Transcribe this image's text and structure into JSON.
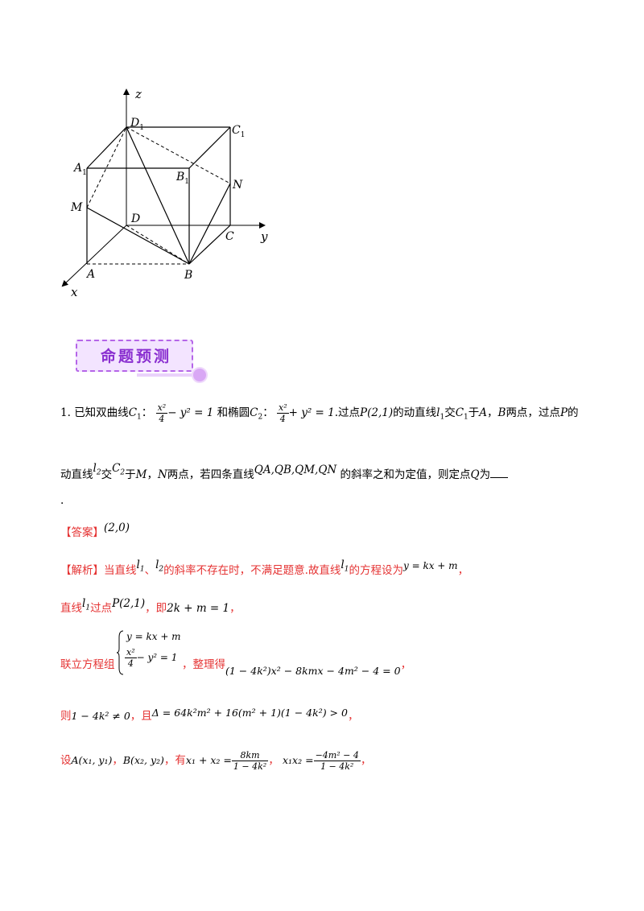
{
  "figure": {
    "labels": {
      "z": "z",
      "y": "y",
      "x": "x",
      "D1": "D",
      "D1_sub": "1",
      "C1": "C",
      "C1_sub": "1",
      "A1": "A",
      "A1_sub": "1",
      "B1": "B",
      "B1_sub": "1",
      "N": "N",
      "M": "M",
      "D": "D",
      "C": "C",
      "A": "A",
      "B": "B"
    }
  },
  "banner": {
    "title": "命题预测"
  },
  "problem": {
    "number": "1.",
    "p1_a": "已知双曲线",
    "c1": "C",
    "c1_sub": "1",
    "colon": "：",
    "hyp_num": "x²",
    "hyp_den": "4",
    "hyp_rest": "− y² = 1",
    "p1_b": "和椭圆",
    "c2": "C",
    "c2_sub": "2",
    "ell_num": "x²",
    "ell_den": "4",
    "ell_rest": "+ y² = 1",
    "p1_c": ".过点",
    "point_p": "P(2,1)",
    "p1_d": "的动直线",
    "l1": "l",
    "l1_sub": "1",
    "p1_e": "交",
    "p1_f": "于",
    "p1_g": "A",
    "p1_h": "，",
    "p1_i": "B",
    "p1_j": "两点，过点",
    "p1_k": "P",
    "p1_l": "的",
    "p2_a": "动直线",
    "l2": "l",
    "l2_sub": "2",
    "p2_b": "交",
    "p2_c": "于",
    "p2_d": "M",
    "p2_e": "，",
    "p2_f": "N",
    "p2_g": "两点，若四条直线",
    "lines4": "QA,QB,QM,QN",
    "p2_h": "的斜率之和为定值，则定点",
    "p2_i": "Q",
    "p2_j": "为",
    "p3": "."
  },
  "answer": {
    "label": "【答案】",
    "value": "(2,0)"
  },
  "solution": {
    "label": "【解析】",
    "s1_a": "当直线",
    "s1_l1": "l",
    "s1_l1_sub": "1",
    "s1_b": "、",
    "s1_l2": "l",
    "s1_l2_sub": "2",
    "s1_c": "的斜率不存在时，不满足题意.故直线",
    "s1_d": "的方程设为",
    "s1_eq": "y = kx + m",
    "s1_e": "，",
    "s2_a": "直线",
    "s2_b": "过点",
    "s2_p": "P(2,1)",
    "s2_c": "，即",
    "s2_eq": "2k + m = 1",
    "s2_d": "，",
    "s3_a": "联立方程组",
    "s3_sys1": "y = kx + m",
    "s3_sys2_num": "x²",
    "s3_sys2_den": "4",
    "s3_sys2_rest": "− y² = 1",
    "s3_b": "，整理得",
    "s3_eq": "(1 − 4k²)x² − 8kmx − 4m² − 4 = 0",
    "s3_c": "，",
    "s4_a": "则",
    "s4_ineq": "1 − 4k² ≠ 0",
    "s4_b": "，且",
    "s4_delta": "Δ = 64k²m² + 16(m² + 1)(1 − 4k²) > 0",
    "s4_c": "，",
    "s5_a": "设",
    "s5_A": "A(x₁, y₁)",
    "s5_b": "，",
    "s5_B": "B(x₂, y₂)",
    "s5_c": "，有",
    "s5_sum_lhs": "x₁ + x₂ =",
    "s5_sum_num": "8km",
    "s5_sum_den": "1 − 4k²",
    "s5_d": "，",
    "s5_prod_lhs": "x₁x₂ =",
    "s5_prod_num": "−4m² − 4",
    "s5_prod_den": "1 − 4k²",
    "s5_e": "，"
  }
}
